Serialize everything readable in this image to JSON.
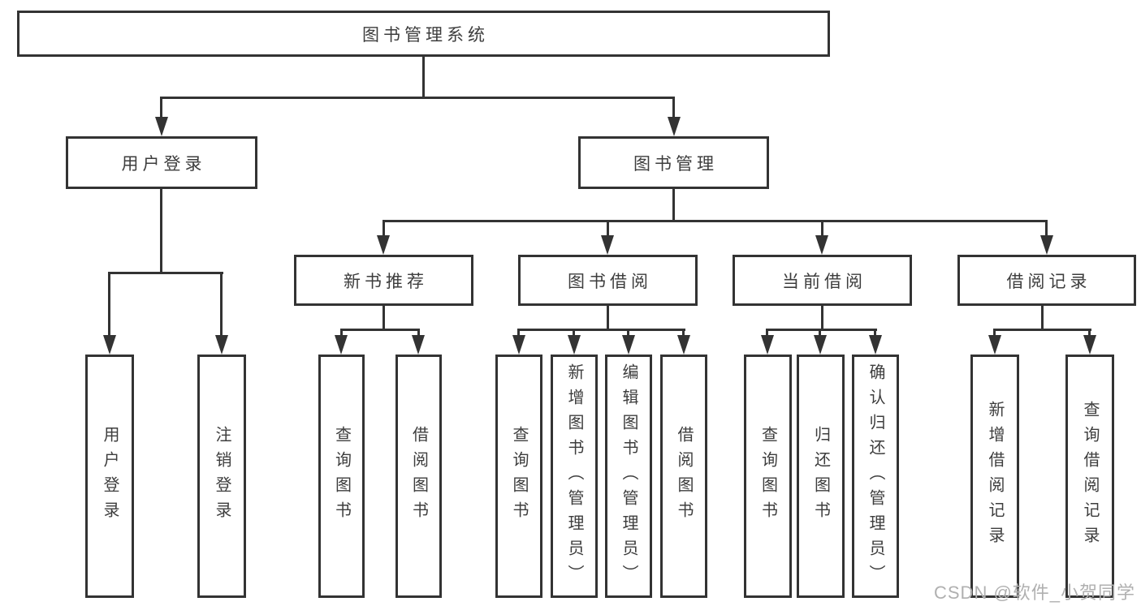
{
  "diagram": {
    "title": "图书管理系统",
    "root": {
      "label": "图书管理系统"
    },
    "level2": {
      "user_login": {
        "label": "用户登录"
      },
      "book_mgmt": {
        "label": "图书管理"
      }
    },
    "level3": {
      "new_books": {
        "label": "新书推荐"
      },
      "book_borrow": {
        "label": "图书借阅"
      },
      "current_borrow": {
        "label": "当前借阅"
      },
      "borrow_records": {
        "label": "借阅记录"
      }
    },
    "leaves": {
      "user_login": [
        {
          "label": "用户登录"
        },
        {
          "label": "注销登录"
        }
      ],
      "new_books": [
        {
          "label": "查询图书"
        },
        {
          "label": "借阅图书"
        }
      ],
      "book_borrow": [
        {
          "label": "查询图书"
        },
        {
          "label": "新增图书（管理员）"
        },
        {
          "label": "编辑图书（管理员）"
        },
        {
          "label": "借阅图书"
        }
      ],
      "current_borrow": [
        {
          "label": "查询图书"
        },
        {
          "label": "归还图书"
        },
        {
          "label": "确认归还（管理员）"
        }
      ],
      "borrow_records": [
        {
          "label": "新增借阅记录"
        },
        {
          "label": "查询借阅记录"
        }
      ]
    },
    "watermark": "CSDN @软件_小贺同学",
    "colors": {
      "line": "#333333",
      "text": "#3d3d3d",
      "box_fill": "#ffffff",
      "background": "#ffffff",
      "watermark": "#b0b0b0"
    }
  }
}
